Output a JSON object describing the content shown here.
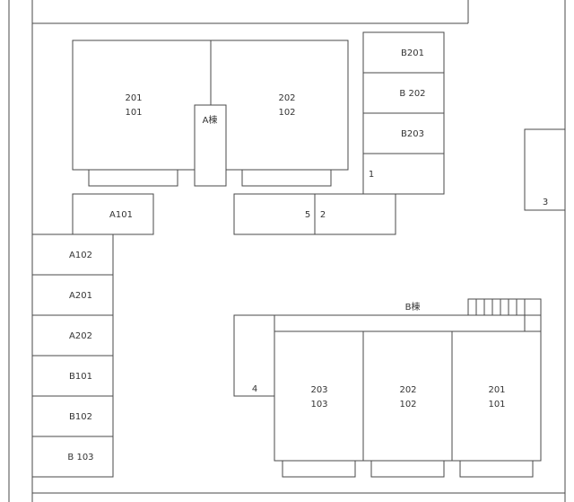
{
  "building_a": {
    "name": "A棟",
    "unit_left_upper": "201",
    "unit_left_lower": "101",
    "unit_right_upper": "202",
    "unit_right_lower": "102"
  },
  "building_b": {
    "name": "B棟",
    "unit_1_upper": "203",
    "unit_1_lower": "103",
    "unit_2_upper": "202",
    "unit_2_lower": "102",
    "unit_3_upper": "201",
    "unit_3_lower": "101"
  },
  "column_right": [
    "B201",
    "B 202",
    "B203"
  ],
  "column_left": [
    "A102",
    "A201",
    "A202",
    "B101",
    "B102",
    "B 103"
  ],
  "lots": {
    "a101": "A101",
    "lot_1": "1",
    "lot_2": "2",
    "lot_3": "3",
    "lot_4": "4",
    "lot_5": "5"
  }
}
